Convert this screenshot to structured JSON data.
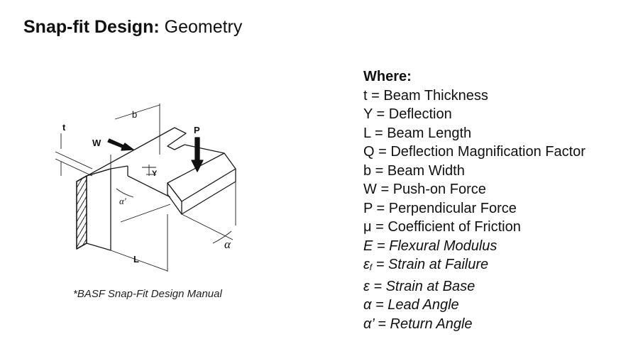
{
  "title": {
    "bold": "Snap-fit Design:",
    "rest": "Geometry"
  },
  "diagram": {
    "labels": {
      "t": "t",
      "b": "b",
      "W": "W",
      "P": "P",
      "Y": "Y",
      "alpha_prime": "α'",
      "L": "L",
      "alpha": "α"
    }
  },
  "caption": "*BASF Snap-Fit Design Manual",
  "legend": {
    "heading": "Where:",
    "items": [
      {
        "symbol": "t",
        "desc": "Beam Thickness",
        "italic": false
      },
      {
        "symbol": "Y",
        "desc": "Deflection",
        "italic": false
      },
      {
        "symbol": "L",
        "desc": "Beam Length",
        "italic": false
      },
      {
        "symbol": "Q",
        "desc": "Deflection Magnification Factor",
        "italic": false
      },
      {
        "symbol": "b",
        "desc": "Beam Width",
        "italic": false
      },
      {
        "symbol": "W",
        "desc": "Push-on Force",
        "italic": false
      },
      {
        "symbol": "P",
        "desc": "Perpendicular Force",
        "italic": false
      },
      {
        "symbol": "μ",
        "desc": "Coefficient of Friction",
        "italic": false
      },
      {
        "symbol": "E",
        "desc": "Flexural Modulus",
        "italic": true
      },
      {
        "symbol": "ε",
        "sub": "f",
        "desc": "Strain at Failure",
        "italic": true
      },
      {
        "symbol": "ε",
        "desc": "Strain at Base",
        "italic": true
      },
      {
        "symbol": "α",
        "desc": "Lead Angle",
        "italic": true
      },
      {
        "symbol": "α’",
        "desc": "Return Angle",
        "italic": true
      }
    ]
  }
}
